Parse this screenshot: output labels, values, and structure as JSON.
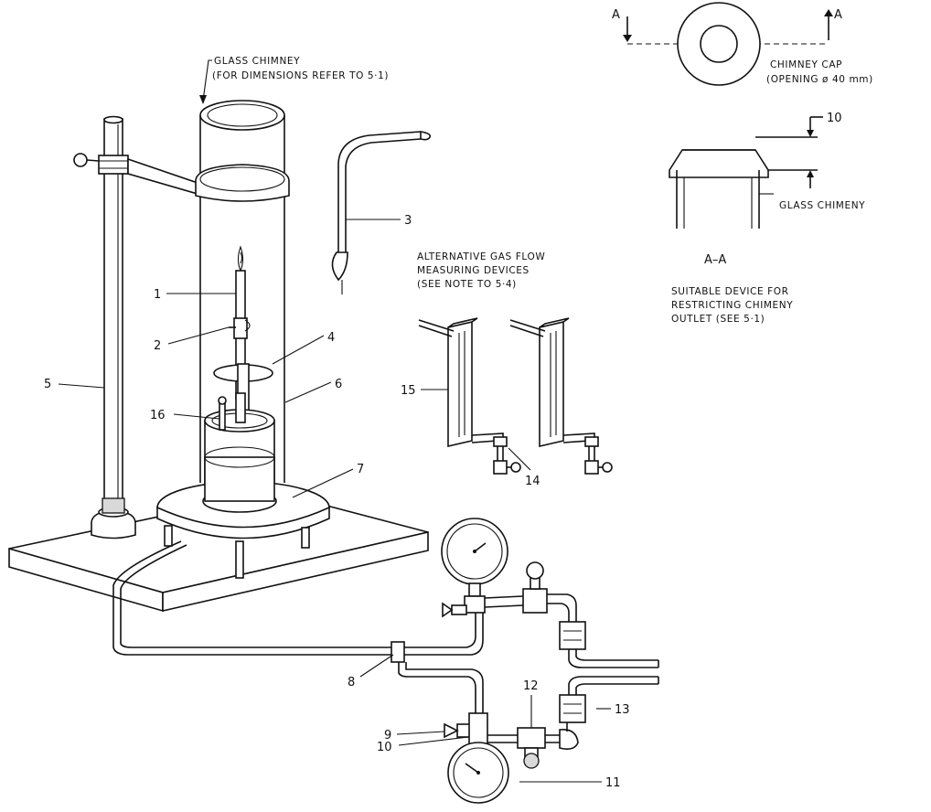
{
  "labels": {
    "glass_chimney_title": "GLASS CHIMNEY",
    "glass_chimney_note": "(FOR DIMENSIONS REFER TO 5·1)",
    "chimney_cap": "CHIMNEY CAP",
    "chimney_cap_opening": "(OPENING ø 40 mm)",
    "glass_chimney_section": "GLASS CHIMENY",
    "section_name": "A–A",
    "section_mark_left": "A",
    "section_mark_right": "A",
    "alt_gas_line1": "ALTERNATIVE GAS FLOW",
    "alt_gas_line2": "MEASURING DEVICES",
    "alt_gas_line3": "(SEE NOTE TO 5·4)",
    "suitable_line1": "SUITABLE DEVICE FOR",
    "suitable_line2": "RESTRICTING CHIMENY",
    "suitable_line3": "OUTLET (SEE 5·1)"
  },
  "callouts": {
    "c1": "1",
    "c2": "2",
    "c3": "3",
    "c4": "4",
    "c5_stand": "5",
    "c6": "6",
    "c7": "7",
    "c8": "8",
    "c9": "9",
    "c10_cap": "10",
    "c10_valve": "10",
    "c11": "11",
    "c12": "12",
    "c13": "13",
    "c14": "14",
    "c15": "15",
    "c16": "16"
  }
}
